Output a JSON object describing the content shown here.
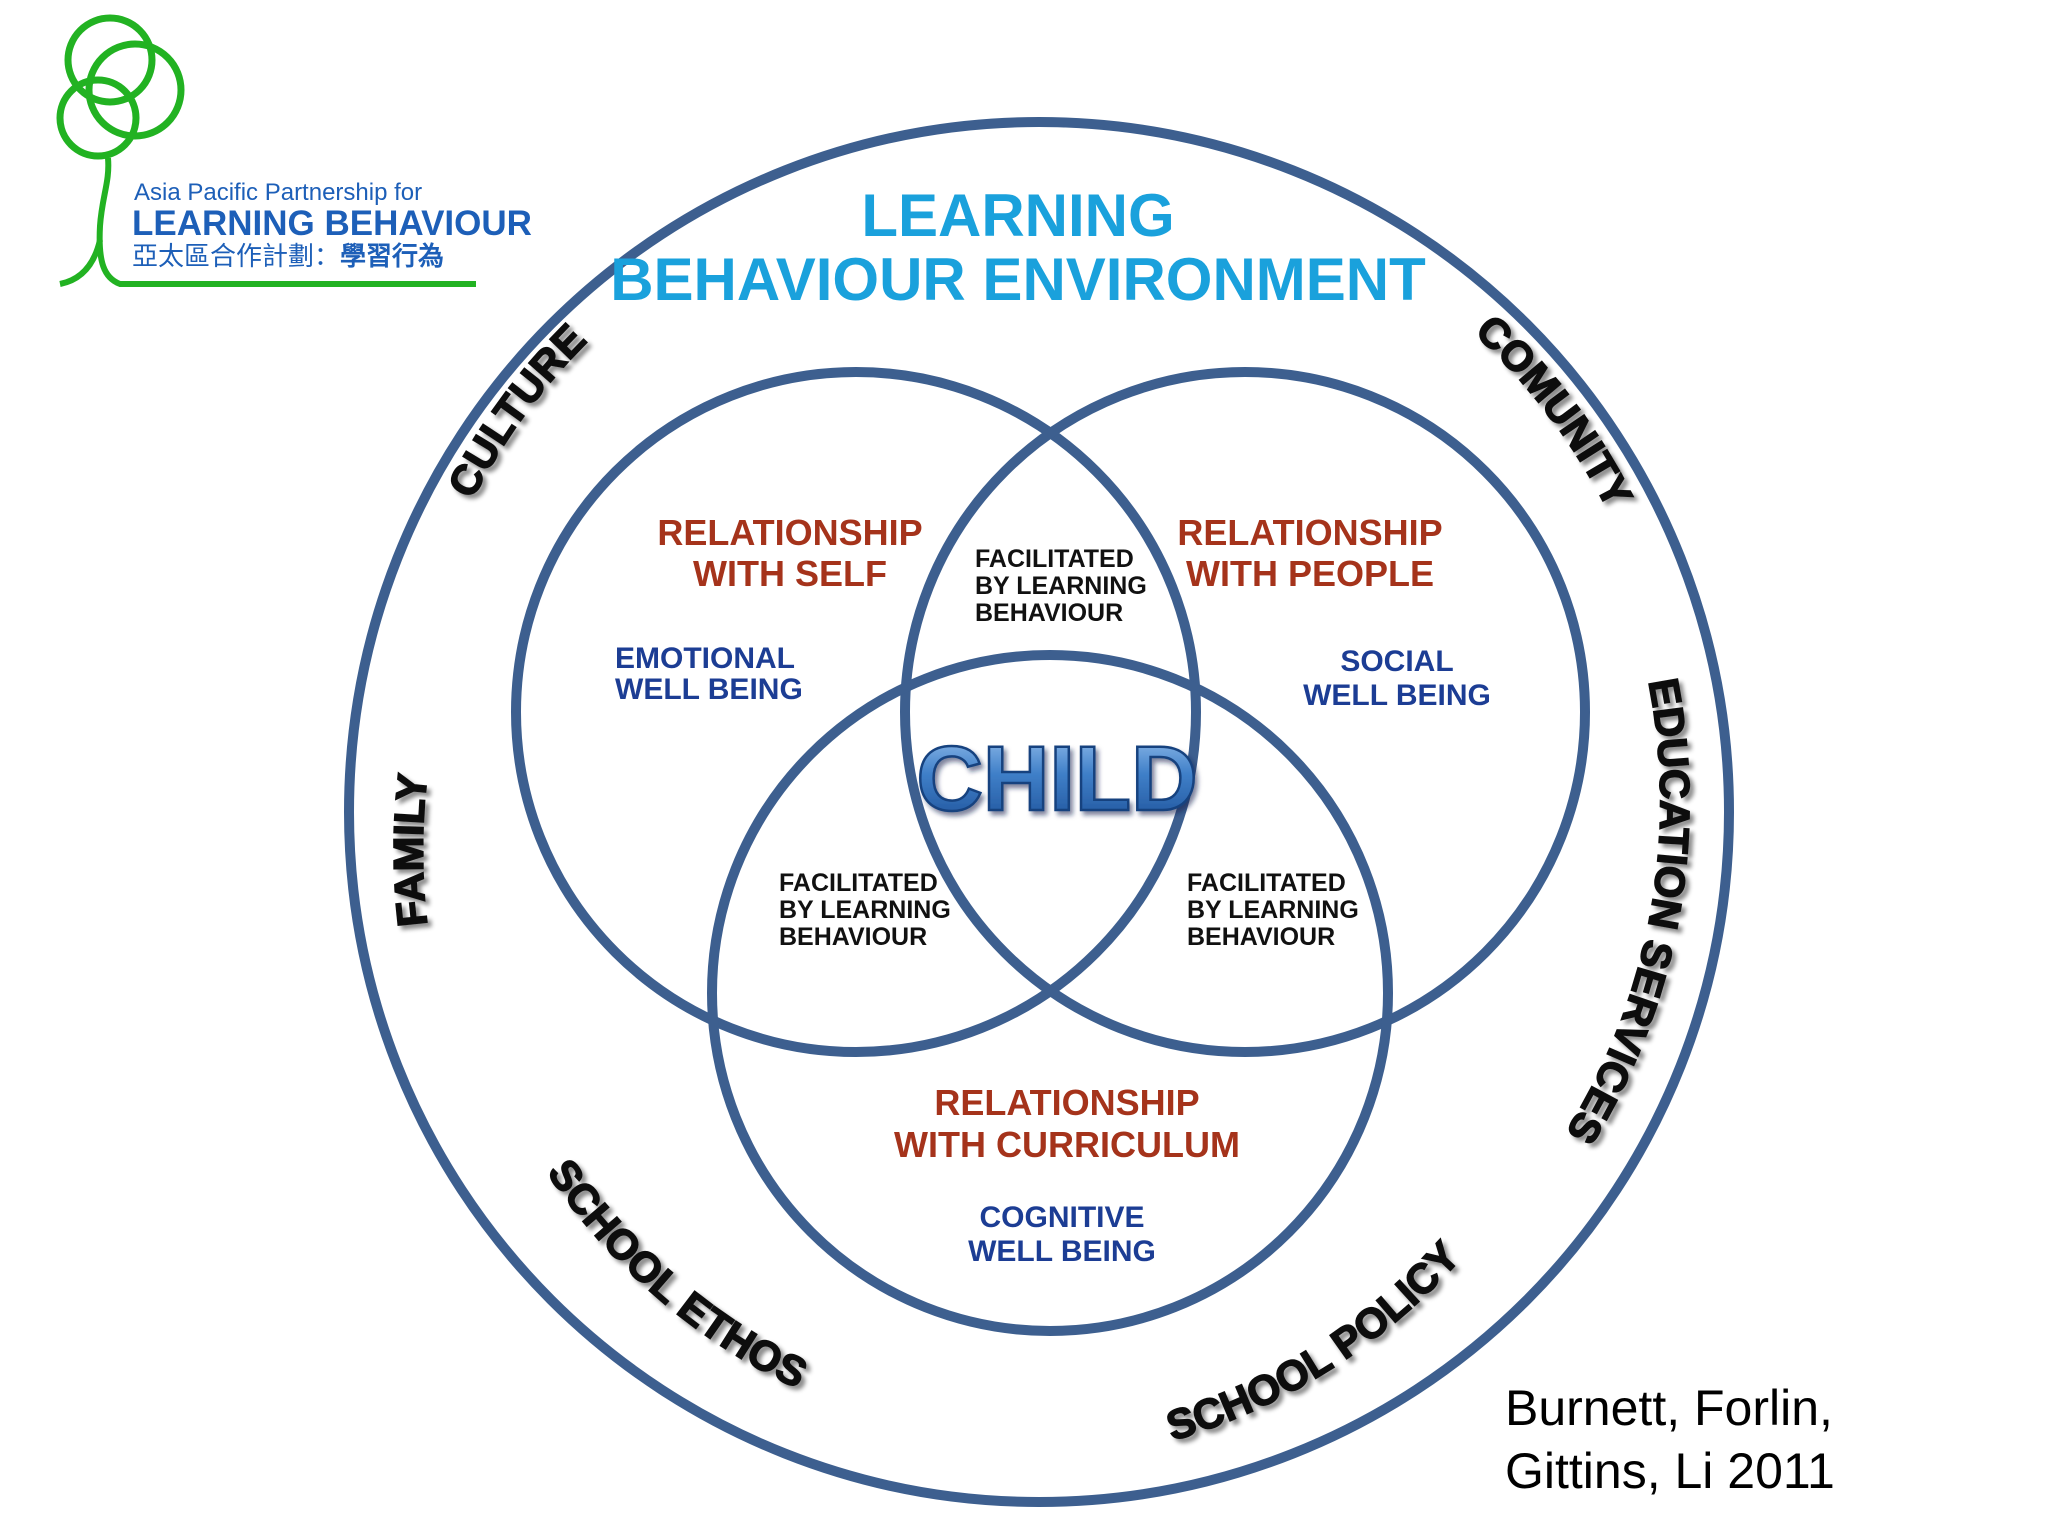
{
  "title": {
    "line1": "LEARNING",
    "line2": "BEHAVIOUR ENVIRONMENT"
  },
  "logo": {
    "line1": "Asia Pacific Partnership for",
    "line2": "LEARNING BEHAVIOUR",
    "line3_regular": "亞太區合作計劃：",
    "line3_bold": "學習行為"
  },
  "outer_labels": {
    "culture": "CULTURE",
    "comunity": "COMUNITY",
    "family": "FAMILY",
    "education_services": "EDUCATION SERVICES",
    "school_ethos": "SCHOOL ETHOS",
    "school_policy": "SCHOOL POLICY"
  },
  "circles": {
    "self": {
      "title_line1": "RELATIONSHIP",
      "title_line2": "WITH SELF",
      "wellbeing_line1": "EMOTIONAL",
      "wellbeing_line2": "WELL BEING"
    },
    "people": {
      "title_line1": "RELATIONSHIP",
      "title_line2": "WITH PEOPLE",
      "wellbeing_line1": "SOCIAL",
      "wellbeing_line2": "WELL BEING"
    },
    "curriculum": {
      "title_line1": "RELATIONSHIP",
      "title_line2": "WITH CURRICULUM",
      "wellbeing_line1": "COGNITIVE",
      "wellbeing_line2": "WELL BEING"
    }
  },
  "intersections": {
    "top": {
      "line1": "FACILITATED",
      "line2": "BY LEARNING",
      "line3": "BEHAVIOUR"
    },
    "left": {
      "line1": "FACILITATED",
      "line2": "BY LEARNING",
      "line3": "BEHAVIOUR"
    },
    "right": {
      "line1": "FACILITATED",
      "line2": "BY LEARNING",
      "line3": "BEHAVIOUR"
    }
  },
  "center": "CHILD",
  "citation": {
    "line1": "Burnett, Forlin,",
    "line2": "Gittins, Li 2011"
  },
  "colors": {
    "circle_stroke": "#3d5f8f",
    "title": "#1aa1dc",
    "relationship": "#a5331b",
    "wellbeing": "#1c3d94",
    "logo_green": "#22b222",
    "logo_blue": "#1d5fb8",
    "child_fill": "#3f7fc8"
  }
}
